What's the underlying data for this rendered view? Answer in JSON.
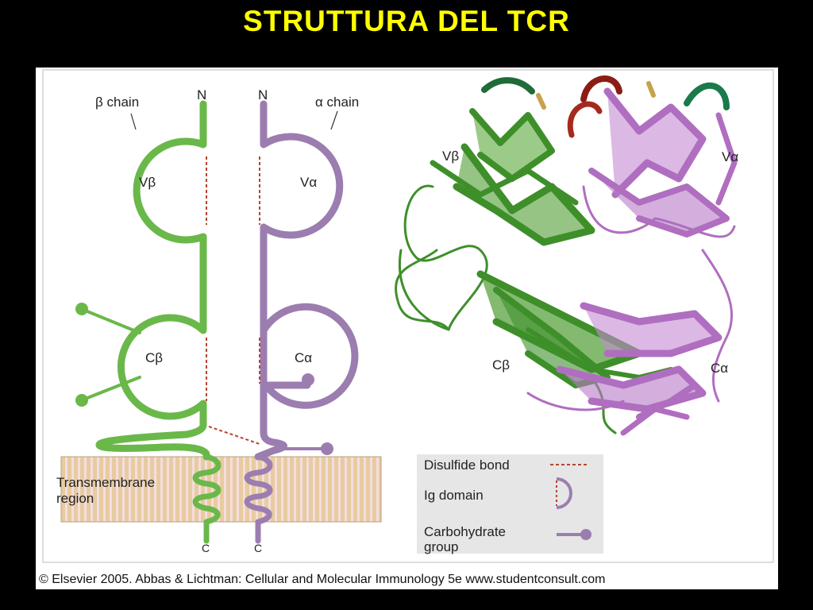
{
  "slide": {
    "title": "STRUTTURA DEL TCR"
  },
  "schematic": {
    "beta_chain_label": "β chain",
    "alpha_chain_label": "α chain",
    "n_terminus": "N",
    "c_terminus": "C",
    "v_beta": "Vβ",
    "v_alpha": "Vα",
    "c_beta": "Cβ",
    "c_alpha": "Cα",
    "tm_line1": "Transmembrane",
    "tm_line2": "region"
  },
  "ribbon": {
    "v_beta": "Vβ",
    "v_alpha": "Vα",
    "c_beta": "Cβ",
    "c_alpha": "Cα"
  },
  "legend": {
    "disulfide": "Disulfide bond",
    "ig_domain": "Ig domain",
    "carb_line1": "Carbohydrate",
    "carb_line2": "group"
  },
  "credit": "© Elsevier 2005. Abbas & Lichtman: Cellular and Molecular Immunology 5e www.studentconsult.com",
  "colors": {
    "beta_chain": "#6ab84a",
    "alpha_chain": "#9c7db0",
    "disulfide": "#b5452f",
    "membrane_fill": "#e8cba0",
    "membrane_stripe": "#f7e4e4",
    "beta_ribbon": "#3e8f2a",
    "alpha_ribbon": "#b06ec0",
    "title": "#ffff00"
  }
}
